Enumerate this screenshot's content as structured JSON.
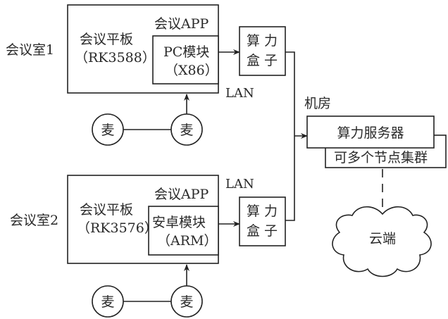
{
  "diagram": {
    "room1": {
      "label": "会议室1",
      "tablet_line1": "会议平板",
      "tablet_line2": "（RK3588）",
      "app_label": "会议APP",
      "module_line1": "PC模块",
      "module_line2": "（X86）",
      "mic_left": "麦",
      "mic_right": "麦",
      "lan_label": "LAN"
    },
    "room2": {
      "label": "会议室2",
      "tablet_line1": "会议平板",
      "tablet_line2": "（RK3576）",
      "app_label": "会议APP",
      "module_line1": "安卓模块",
      "module_line2": "（ARM）",
      "mic_left": "麦",
      "mic_right": "麦",
      "lan_label": "LAN"
    },
    "box1": {
      "line1": "算 力",
      "line2": "盒 子"
    },
    "box2": {
      "line1": "算 力",
      "line2": "盒 子"
    },
    "machine_room_label": "机房",
    "server_label": "算力服务器",
    "cluster_label": "可多个节点集群",
    "cloud_label": "云端"
  }
}
